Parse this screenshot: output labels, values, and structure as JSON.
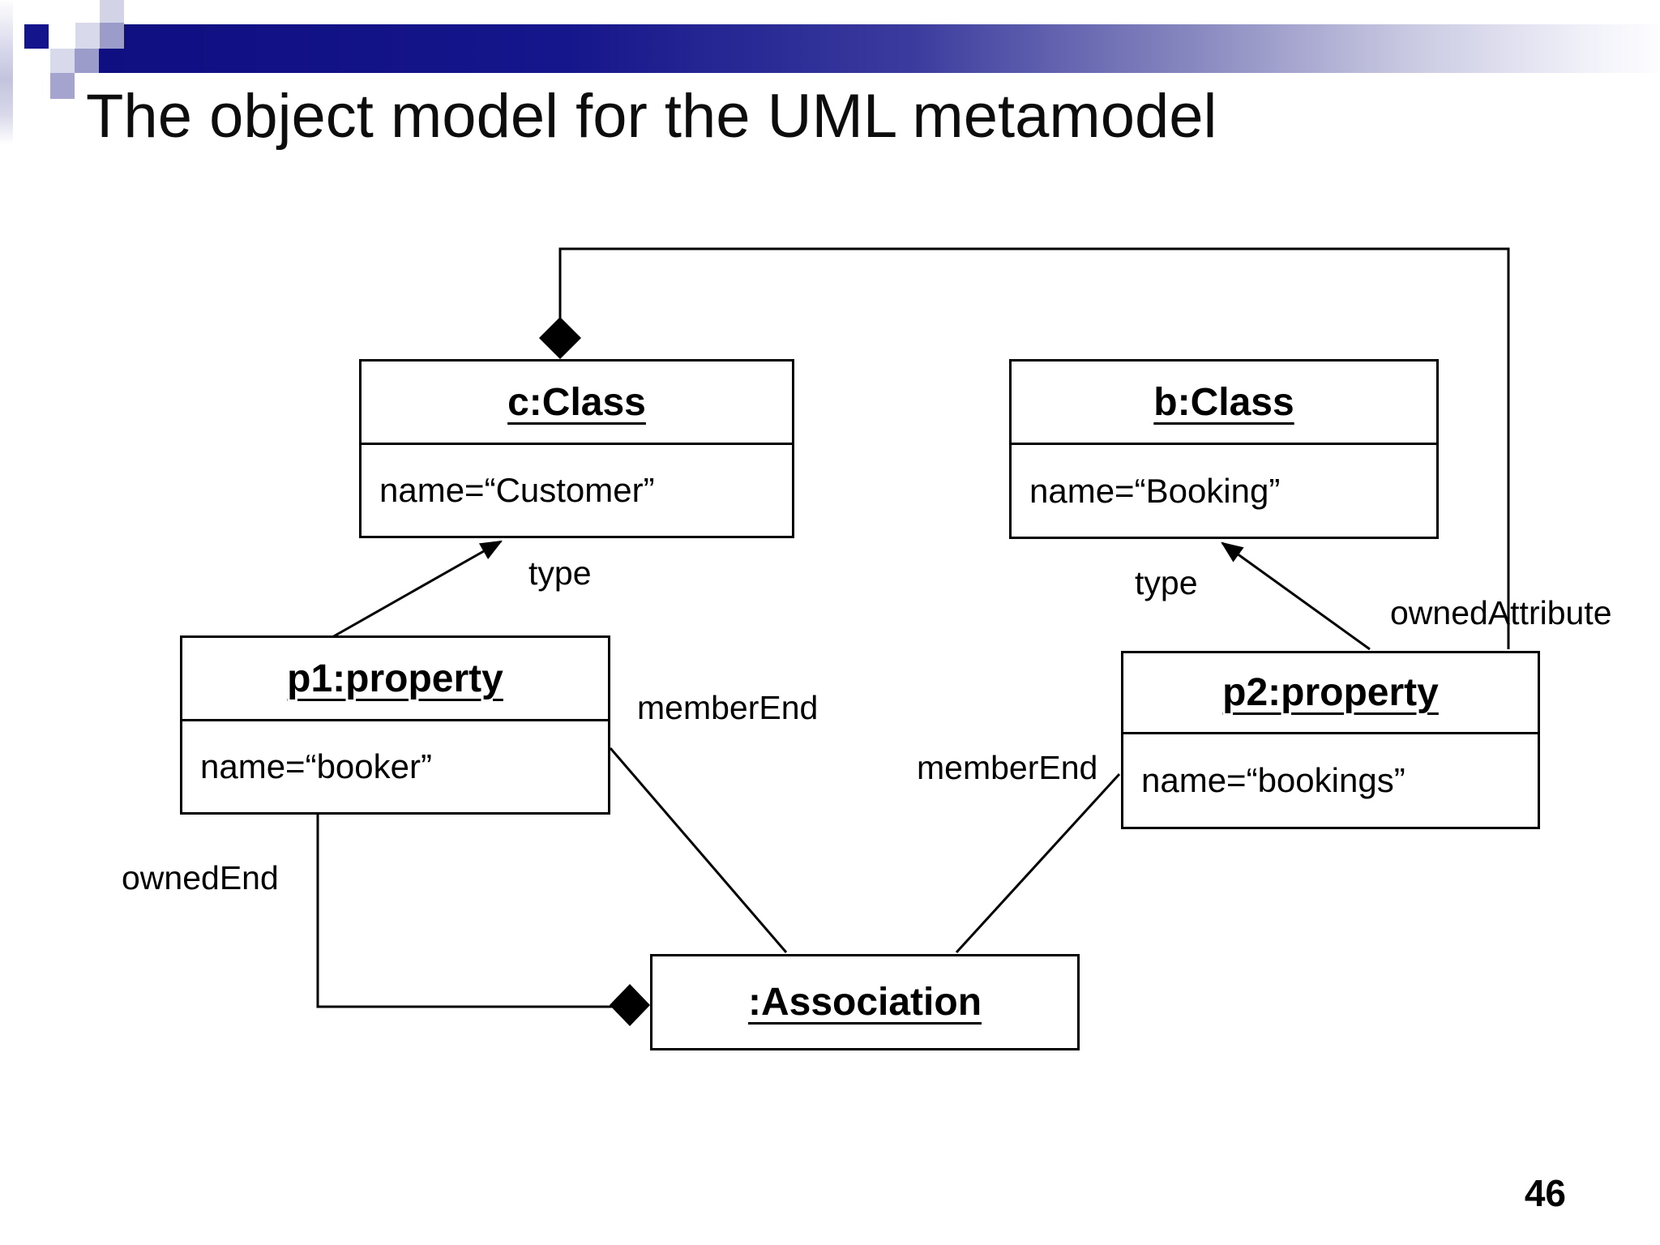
{
  "slide": {
    "title": "The object model for the UML metamodel",
    "page_number": "46"
  },
  "diagram": {
    "objects": [
      {
        "name": "c:Class",
        "attribute": "name=“Customer”"
      },
      {
        "name": "b:Class",
        "attribute": "name=“Booking”"
      },
      {
        "name": "p1:property",
        "attribute": "name=“booker”"
      },
      {
        "name": "p2:property",
        "attribute": "name=“bookings”"
      },
      {
        "name": ":Association",
        "attribute": ""
      }
    ],
    "labels": {
      "type_left": "type",
      "type_right": "type",
      "member_end_left": "memberEnd",
      "member_end_right": "memberEnd",
      "owned_end": "ownedEnd",
      "owned_attribute": "ownedAttribute"
    },
    "colors": {
      "banner_navy": "#14148c",
      "banner_light": "#d9d9ec",
      "banner_medium": "#9c9ccb",
      "line_black": "#000000"
    }
  }
}
